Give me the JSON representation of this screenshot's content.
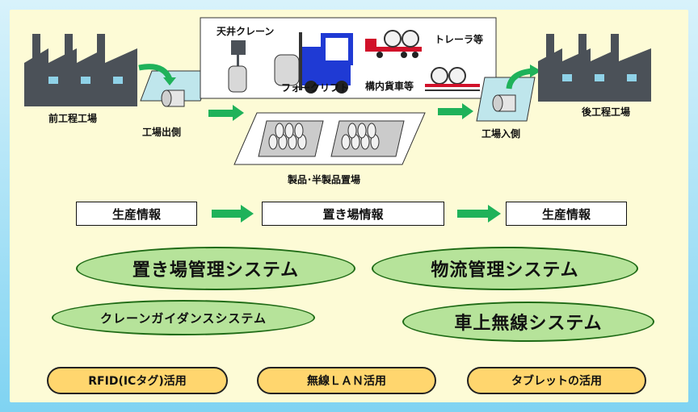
{
  "labels": {
    "upstream_factory": "前工程工場",
    "factory_exit": "工場出側",
    "overhead_crane": "天井クレーン",
    "forklift": "フォークリフト",
    "trailer": "トレーラ等",
    "in_plant_freight": "構内貨車等",
    "storage_yard": "製品･半製品置場",
    "factory_entrance": "工場入側",
    "downstream_factory": "後工程工場"
  },
  "info_flow": [
    "生産情報",
    "置き場情報",
    "生産情報"
  ],
  "systems": {
    "yard_management": "置き場管理システム",
    "logistics_management": "物流管理システム",
    "crane_guidance": "クレーンガイダンスシステム",
    "onboard_wireless": "車上無線システム"
  },
  "technologies": [
    "RFID(ICタグ)活用",
    "無線ＬＡＮ活用",
    "タブレットの活用"
  ],
  "colors": {
    "factory": "#4b5158",
    "arrow_green": "#1fb25a",
    "system_fill": "#b6e39a",
    "tech_fill": "#ffd66e",
    "forklift_blue": "#1f3ad4",
    "trailer_red": "#d1112a"
  }
}
